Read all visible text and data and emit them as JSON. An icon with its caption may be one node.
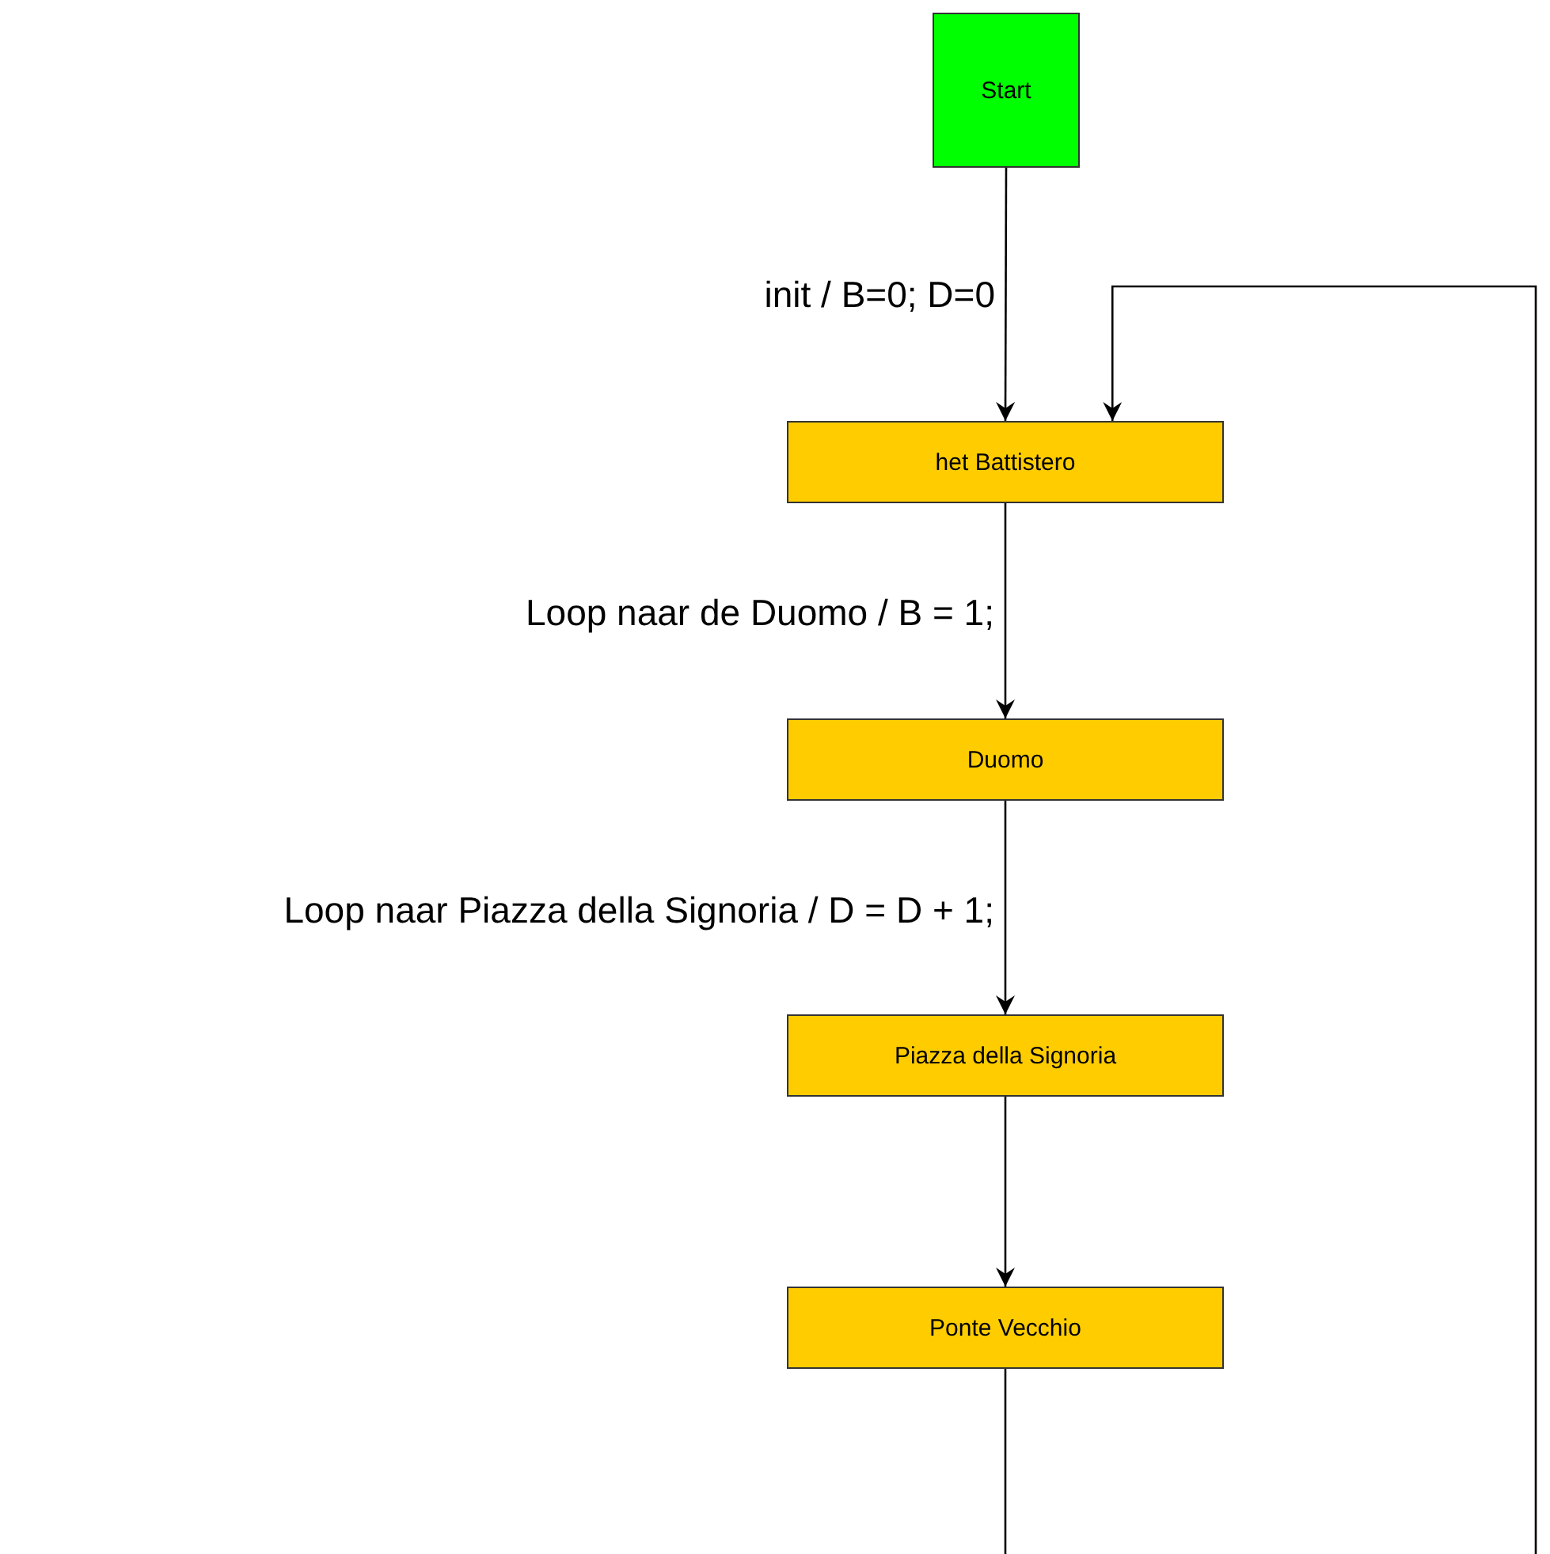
{
  "diagram": {
    "nodes": [
      {
        "text": [
          "Start"
        ]
      },
      {
        "text": [
          "het Battistero"
        ]
      },
      {
        "text": [
          "Duomo"
        ]
      },
      {
        "text": [
          "Piazza della Signoria"
        ]
      },
      {
        "text": [
          "Ponte Vecchio"
        ]
      }
    ],
    "edges": [
      {
        "from": 0,
        "to": 1,
        "arrow": "to",
        "label": "init / B=0; D=0"
      },
      {
        "from": 1,
        "to": 2,
        "arrow": "to",
        "label": "Loop naar de Duomo / B = 1;"
      },
      {
        "from": 2,
        "to": 3,
        "arrow": "to",
        "label": "Loop naar Piazza della Signoria / D = D + 1;"
      },
      {
        "from": 3,
        "to": 4,
        "arrow": "to"
      },
      {
        "from": 4,
        "to": 1,
        "arrow": "to"
      }
    ]
  }
}
